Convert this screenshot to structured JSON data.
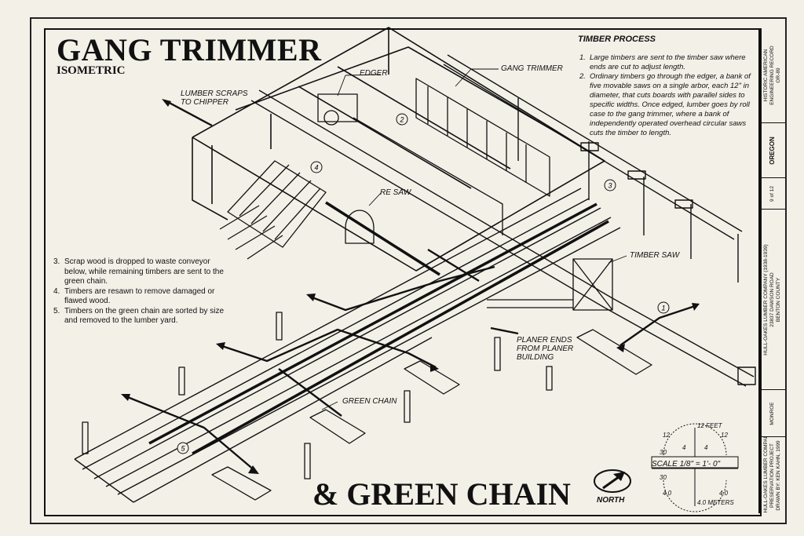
{
  "title": {
    "main": "GANG TRIMMER",
    "subtitle": "ISOMETRIC",
    "bottom": "& GREEN CHAIN"
  },
  "timber_process": {
    "heading": "TIMBER PROCESS",
    "items": [
      {
        "num": "1.",
        "text": "Large timbers are sent to the timber saw where ends are cut to adjust length."
      },
      {
        "num": "2.",
        "text": "Ordinary timbers go through the edger, a bank of five movable saws on a single arbor, each 12\" in diameter, that cuts boards with parallel sides to specific widths. Once edged, lumber goes by roll case to the gang trimmer, where a bank of independently operated overhead circular saws cuts the timber to length."
      }
    ]
  },
  "notes": [
    {
      "num": "3.",
      "text": "Scrap wood is dropped to waste conveyor below, while remaining timbers are sent to the green chain."
    },
    {
      "num": "4.",
      "text": "Timbers are resawn to remove damaged or flawed wood."
    },
    {
      "num": "5.",
      "text": "Timbers on the green chain are sorted by size and removed to the lumber yard."
    }
  ],
  "labels": {
    "lumber_scraps": "LUMBER SCRAPS\nTO CHIPPER",
    "edger": "EDGER",
    "gang_trimmer": "GANG TRIMMER",
    "re_saw": "RE SAW",
    "timber_saw": "TIMBER SAW",
    "planer_ends": "PLANER ENDS\nFROM PLANER\nBUILDING",
    "green_chain": "GREEN CHAIN"
  },
  "callouts": [
    "1",
    "2",
    "3",
    "4",
    "5"
  ],
  "north": {
    "label": "NORTH",
    "icon": "north-arrow-icon"
  },
  "scale": {
    "main": "SCALE  1/8\" = 1'- 0\"",
    "feet": "12 FEET",
    "meters": "4.0 METERS",
    "ticks_top": [
      "12",
      "4",
      "4",
      "12"
    ],
    "ticks_left": [
      "30",
      "30"
    ],
    "ticks_bottom": [
      "4.0",
      "4.0"
    ]
  },
  "title_block": {
    "drawn_by": "DRAWN BY: KEN KAHN, 1999",
    "company": "HULL-OAKES LUMBER COMPANY\nPRESERVATION PROJECT",
    "location": "MONROE",
    "project": "HULL-OAKES LUMBER COMPANY (1938-1939)",
    "address": "23837 DAWSON ROAD\nBENTON COUNTY",
    "state": "OREGON",
    "sheet": "9 of 12",
    "survey": "HISTORIC AMERICAN\nENGINEERING RECORD\nOR-89"
  }
}
